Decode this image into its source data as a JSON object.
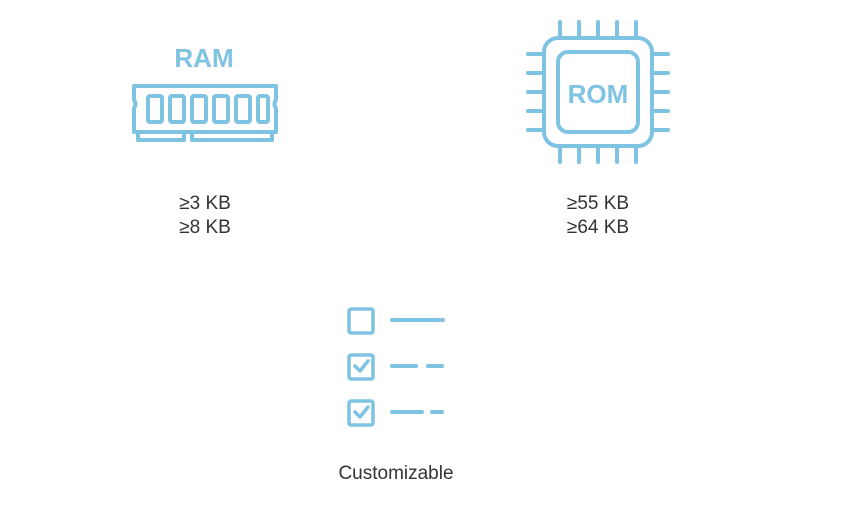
{
  "colors": {
    "accent": "#7ec3e2",
    "text": "#333333"
  },
  "ram": {
    "icon": "ram-module-icon",
    "label": "RAM",
    "lines": [
      "≥3 KB",
      "≥8 KB"
    ]
  },
  "rom": {
    "icon": "chip-icon",
    "label": "ROM",
    "lines": [
      "≥55 KB",
      "≥64 KB"
    ]
  },
  "custom": {
    "icon": "checklist-icon",
    "label": "Customizable",
    "items": [
      {
        "checked": false
      },
      {
        "checked": true
      },
      {
        "checked": true
      }
    ]
  }
}
